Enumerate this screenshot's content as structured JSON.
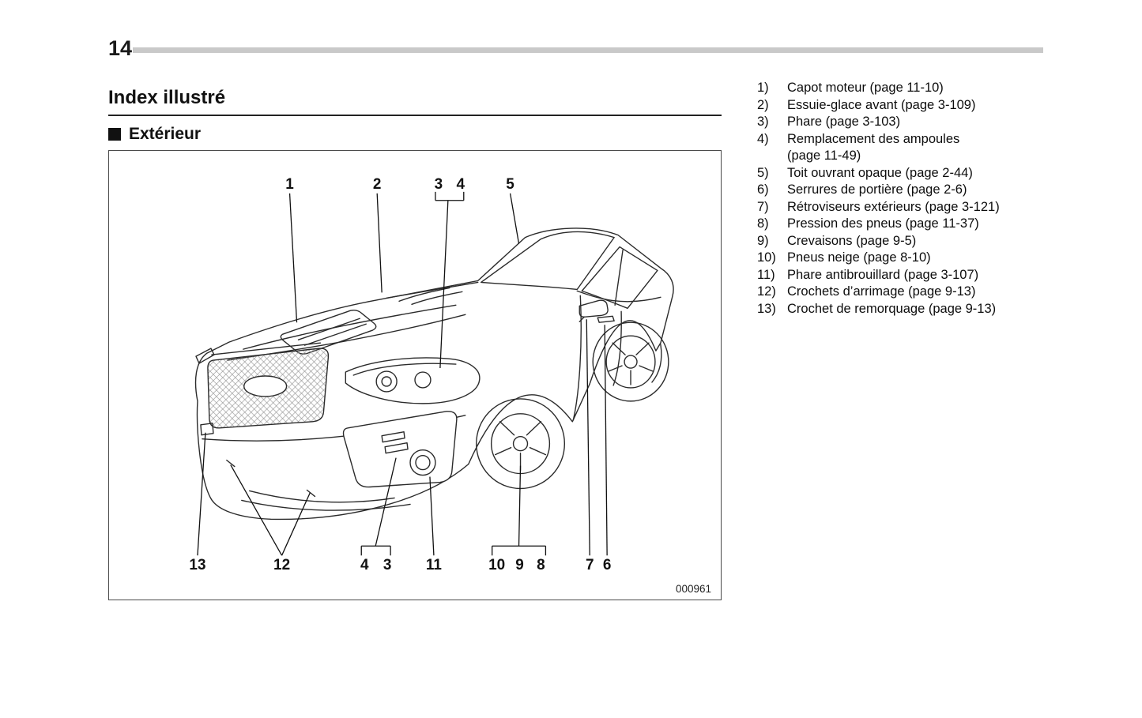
{
  "page": {
    "number": "14"
  },
  "headings": {
    "title": "Index illustré",
    "section": "Extérieur"
  },
  "figure": {
    "code": "000961",
    "top_callouts": [
      "1",
      "2",
      "3",
      "4",
      "5"
    ],
    "bottom_callouts": [
      "13",
      "12",
      "4",
      "3",
      "11",
      "10",
      "9",
      "8",
      "7",
      "6"
    ]
  },
  "index_items": [
    {
      "num": "1)",
      "label": "Capot moteur (page 11-10)"
    },
    {
      "num": "2)",
      "label": "Essuie-glace avant (page 3-109)"
    },
    {
      "num": "3)",
      "label": "Phare (page 3-103)"
    },
    {
      "num": "4)",
      "label": "Remplacement des ampoules\n(page 11-49)"
    },
    {
      "num": "5)",
      "label": "Toit ouvrant opaque (page 2-44)"
    },
    {
      "num": "6)",
      "label": "Serrures de portière (page 2-6)"
    },
    {
      "num": "7)",
      "label": "Rétroviseurs extérieurs (page 3-121)"
    },
    {
      "num": "8)",
      "label": "Pression des pneus (page 11-37)"
    },
    {
      "num": "9)",
      "label": "Crevaisons (page 9-5)"
    },
    {
      "num": "10)",
      "label": "Pneus neige (page 8-10)"
    },
    {
      "num": "11)",
      "label": "Phare antibrouillard (page 3-107)"
    },
    {
      "num": "12)",
      "label": "Crochets d’arrimage (page 9-13)"
    },
    {
      "num": "13)",
      "label": "Crochet de remorquage (page 9-13)"
    }
  ]
}
